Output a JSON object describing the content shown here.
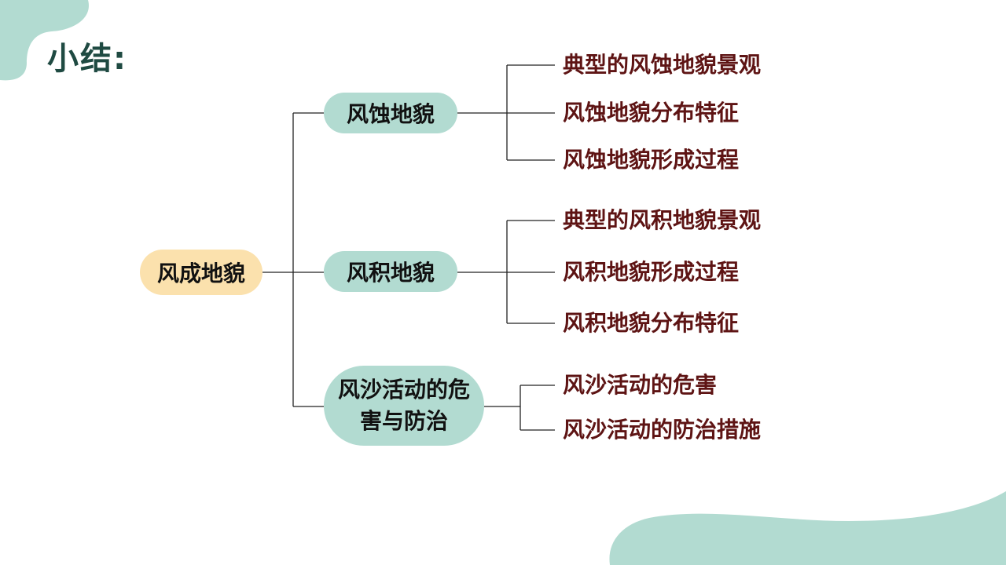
{
  "title": "小结:",
  "colors": {
    "title": "#1f4a42",
    "root_fill": "#fbe1ad",
    "branch_fill": "#b2dbd1",
    "leaf_text": "#5e1414",
    "decor": "#b2dbd1"
  },
  "mindmap": {
    "root": "风成地貌",
    "branches": [
      {
        "label": "风蚀地貌",
        "children": [
          "典型的风蚀地貌景观",
          "风蚀地貌分布特征",
          "风蚀地貌形成过程"
        ]
      },
      {
        "label": "风积地貌",
        "children": [
          "典型的风积地貌景观",
          "风积地貌形成过程",
          "风积地貌分布特征"
        ]
      },
      {
        "label": "风沙活动的危害与防治",
        "children": [
          "风沙活动的危害",
          "风沙活动的防治措施"
        ]
      }
    ]
  }
}
